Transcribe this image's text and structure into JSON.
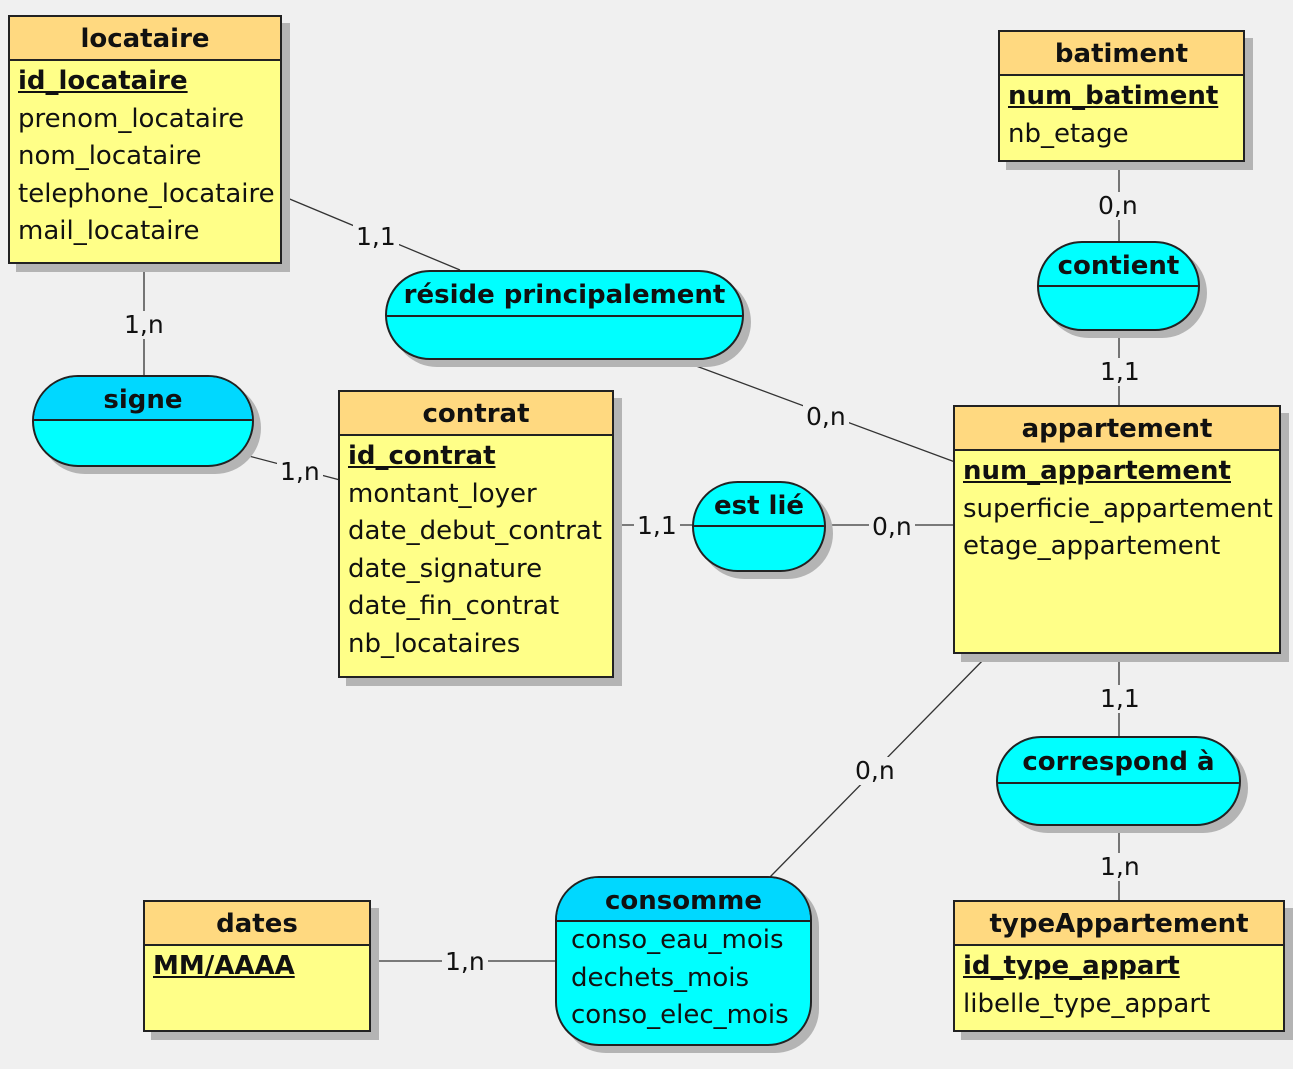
{
  "entities": {
    "locataire": {
      "name": "locataire",
      "key": "id_locataire",
      "attributes": [
        "prenom_locataire",
        "nom_locataire",
        "telephone_locataire",
        "mail_locataire"
      ]
    },
    "batiment": {
      "name": "batiment",
      "key": "num_batiment",
      "attributes": [
        "nb_etage"
      ]
    },
    "contrat": {
      "name": "contrat",
      "key": "id_contrat",
      "attributes": [
        "montant_loyer",
        "date_debut_contrat",
        "date_signature",
        "date_fin_contrat",
        "nb_locataires"
      ]
    },
    "appartement": {
      "name": "appartement",
      "key": "num_appartement",
      "attributes": [
        "superficie_appartement",
        "etage_appartement"
      ]
    },
    "dates": {
      "name": "dates",
      "key": "MM/AAAA"
    },
    "typeAppartement": {
      "name": "typeAppartement",
      "key": "id_type_appart",
      "attributes": [
        "libelle_type_appart"
      ]
    }
  },
  "associations": {
    "reside": {
      "name": "réside principalement"
    },
    "contient": {
      "name": "contient"
    },
    "signe": {
      "name": "signe"
    },
    "estlie": {
      "name": "est lié"
    },
    "correspond": {
      "name": "correspond à"
    },
    "consomme": {
      "name": "consomme",
      "attributes": [
        "conso_eau_mois",
        "dechets_mois",
        "conso_elec_mois"
      ]
    }
  },
  "cardinalities": {
    "locataire_reside": "1,1",
    "reside_appartement": "0,n",
    "batiment_contient": "0,n",
    "contient_appartement": "1,1",
    "locataire_signe": "1,n",
    "signe_contrat": "1,n",
    "contrat_estlie": "1,1",
    "estlie_appartement": "0,n",
    "appartement_correspond": "1,1",
    "correspond_type": "1,n",
    "appartement_consomme": "0,n",
    "dates_consomme": "1,n"
  },
  "colors": {
    "entity_body": "#ffff88",
    "entity_header": "#ffd980",
    "association": "#00ffff",
    "association_header_dark": "#00d8ff",
    "background": "#f0f0f0"
  }
}
